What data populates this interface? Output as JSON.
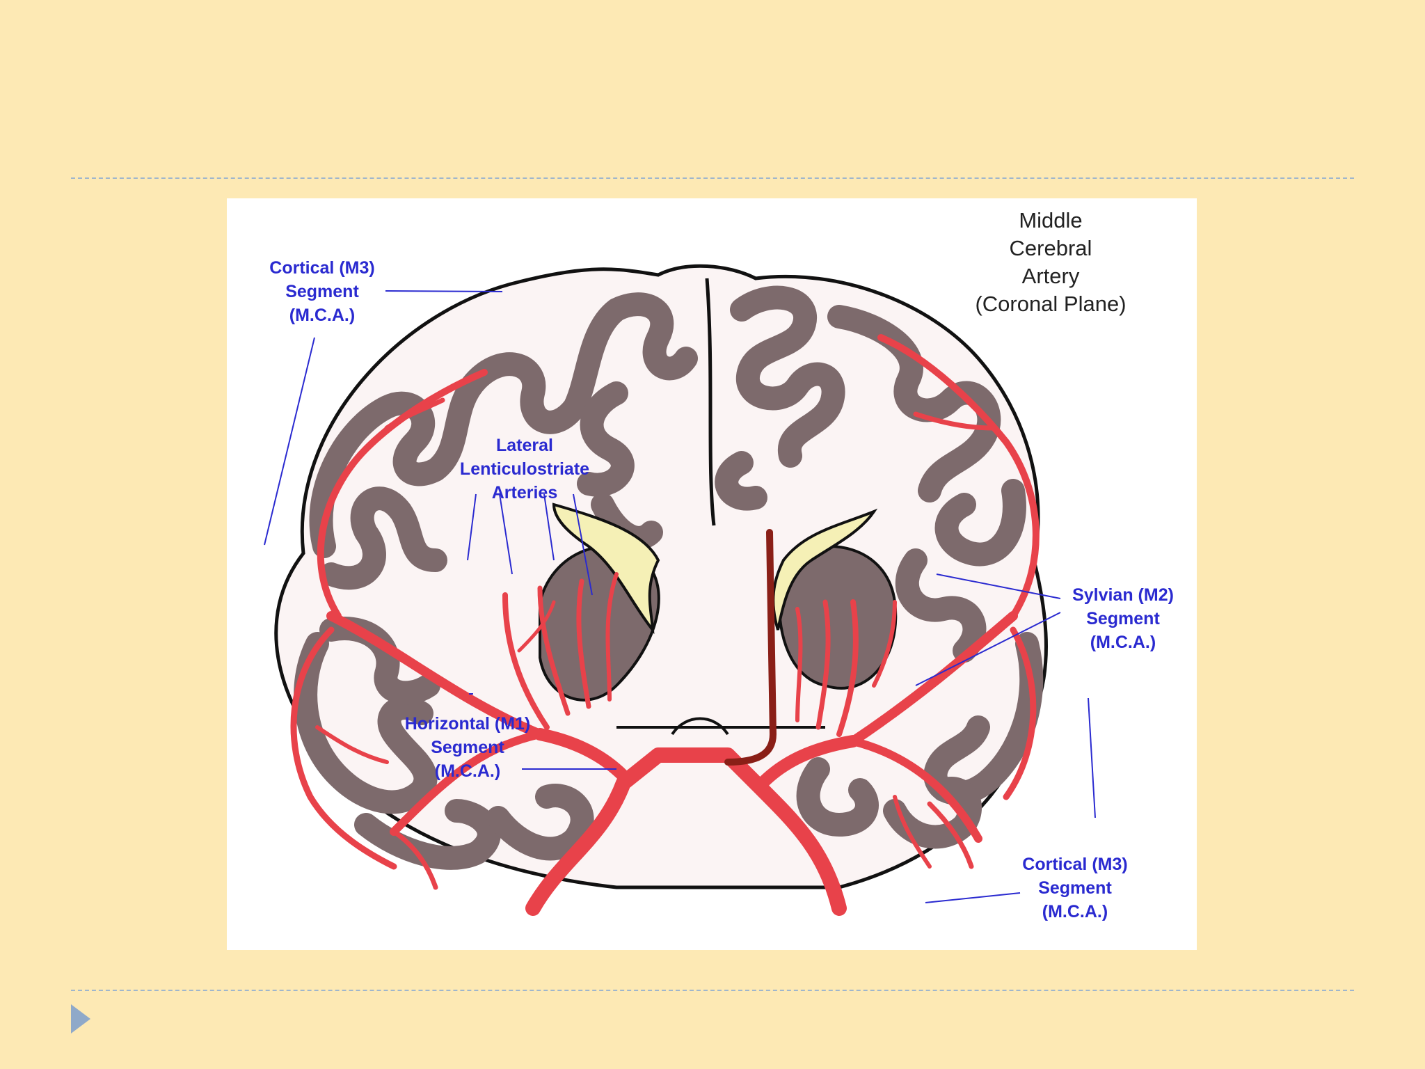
{
  "diagram": {
    "title": [
      "Middle",
      "Cerebral",
      "Artery",
      "(Coronal Plane)"
    ],
    "labels": {
      "cortical_top": [
        "Cortical (M3)",
        "Segment",
        "(M.C.A.)"
      ],
      "lenticulostriate": [
        "Lateral",
        "Lenticulostriate",
        "Arteries"
      ],
      "horizontal": [
        "Horizontal (M1)",
        "Segment",
        "(M.C.A.)"
      ],
      "sylvian": [
        "Sylvian (M2)",
        "Segment",
        "(M.C.A.)"
      ],
      "cortical_bottom": [
        "Cortical (M3)",
        "Segment",
        "(M.C.A.)"
      ]
    },
    "colors": {
      "slide_background": "#fde9b4",
      "divider": "#9fb6cc",
      "bullet": "#8fa9c9",
      "cortex": "#7d6a6c",
      "white_matter": "#fbf4f4",
      "artery": "#e8424a",
      "artery_dark": "#8a1f17",
      "ventricle": "#f5f0b6",
      "label_text": "#2a2ad0"
    }
  }
}
